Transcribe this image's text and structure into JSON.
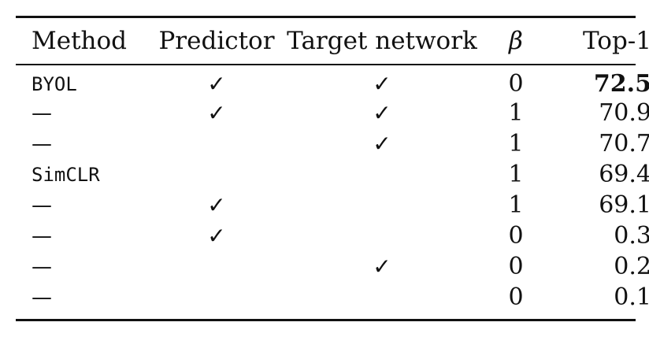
{
  "table": {
    "headers": {
      "method": "Method",
      "predictor": "Predictor",
      "target": "Target network",
      "beta": "β",
      "top1": "Top-1"
    },
    "rows": [
      {
        "method": "BYOL",
        "method_style": "mono",
        "predictor": "✓",
        "target": "✓",
        "beta": "0",
        "top1": "72.5",
        "top1_bold": true
      },
      {
        "method": "—",
        "method_style": "dash",
        "predictor": "✓",
        "target": "✓",
        "beta": "1",
        "top1": "70.9",
        "top1_bold": false
      },
      {
        "method": "—",
        "method_style": "dash",
        "predictor": "",
        "target": "✓",
        "beta": "1",
        "top1": "70.7",
        "top1_bold": false
      },
      {
        "method": "SimCLR",
        "method_style": "mono",
        "predictor": "",
        "target": "",
        "beta": "1",
        "top1": "69.4",
        "top1_bold": false
      },
      {
        "method": "—",
        "method_style": "dash",
        "predictor": "✓",
        "target": "",
        "beta": "1",
        "top1": "69.1",
        "top1_bold": false
      },
      {
        "method": "—",
        "method_style": "dash",
        "predictor": "✓",
        "target": "",
        "beta": "0",
        "top1": "0.3",
        "top1_bold": false
      },
      {
        "method": "—",
        "method_style": "dash",
        "predictor": "",
        "target": "✓",
        "beta": "0",
        "top1": "0.2",
        "top1_bold": false
      },
      {
        "method": "—",
        "method_style": "dash",
        "predictor": "",
        "target": "",
        "beta": "0",
        "top1": "0.1",
        "top1_bold": false
      }
    ]
  }
}
